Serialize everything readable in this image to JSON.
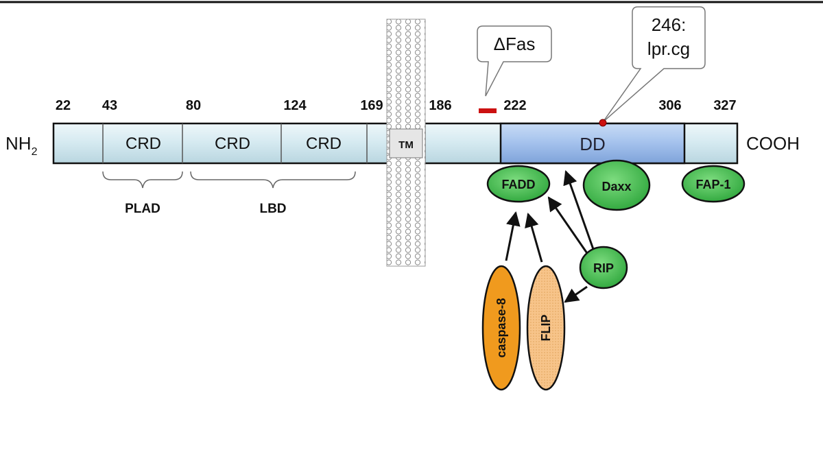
{
  "positions": [
    "22",
    "43",
    "80",
    "124",
    "169",
    "186",
    "222",
    "306",
    "327"
  ],
  "termini": {
    "n": "NH",
    "n_sub": "2",
    "c": "COOH"
  },
  "domains": {
    "crd1": "CRD",
    "crd2": "CRD",
    "crd3": "CRD",
    "tm": "TM",
    "dd": "DD"
  },
  "braces": {
    "plad": "PLAD",
    "lbd": "LBD"
  },
  "callouts": {
    "delta_fas": "ΔFas",
    "lpr_line1": "246:",
    "lpr_line2": "lpr.cg"
  },
  "proteins": {
    "fadd": "FADD",
    "daxx": "Daxx",
    "fap1": "FAP-1",
    "rip": "RIP",
    "caspase8": "caspase-8",
    "flip": "FLIP"
  },
  "colors": {
    "bar": "#d8ecf2",
    "dd": "#9bbbe8",
    "green": "#3fb84a",
    "orange": "#f09a1e",
    "flip": "#f7c890",
    "marker": "#cc1111"
  }
}
